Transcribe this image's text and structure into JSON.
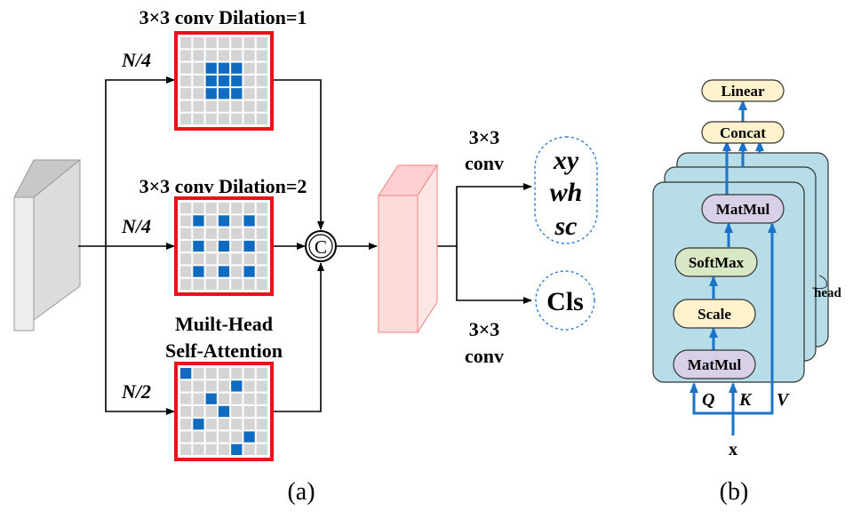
{
  "panel_a": {
    "caption": "(a)",
    "branches": {
      "dilation1": {
        "title": "3×3 conv Dilation=1",
        "split": "N/4"
      },
      "dilation2": {
        "title": "3×3 conv Dilation=2",
        "split": "N/4"
      },
      "attention": {
        "title_line1": "Muilt-Head",
        "title_line2": "Self-Attention",
        "split": "N/2"
      }
    },
    "concat_symbol": "C",
    "heads": {
      "upper_conv": {
        "line1": "3×3",
        "line2": "conv"
      },
      "lower_conv": {
        "line1": "3×3",
        "line2": "conv"
      },
      "regression_outputs": [
        "xy",
        "wh",
        "sc"
      ],
      "class_output": "Cls"
    },
    "colors": {
      "kernel_border": "#e8121a",
      "kernel_active": "#0f6bbf",
      "kernel_cell": "#d4d4d4",
      "feature_map_in": "#d9d9d9",
      "feature_map_out": "#ffe1e1"
    }
  },
  "panel_b": {
    "caption": "(b)",
    "blocks": {
      "linear": "Linear",
      "concat": "Concat",
      "matmul_top": "MatMul",
      "softmax": "SoftMax",
      "scale": "Scale",
      "matmul_bottom": "MatMul"
    },
    "inputs": {
      "q": "Q",
      "k": "K",
      "v": "V",
      "x": "x"
    },
    "head_label": "head",
    "colors": {
      "stack_fill": "#b7dde8",
      "block_yellow": "#fff2cc",
      "block_green": "#d8e7c4",
      "block_purple": "#d8d0e6",
      "arrow_blue": "#1a73c7"
    }
  }
}
